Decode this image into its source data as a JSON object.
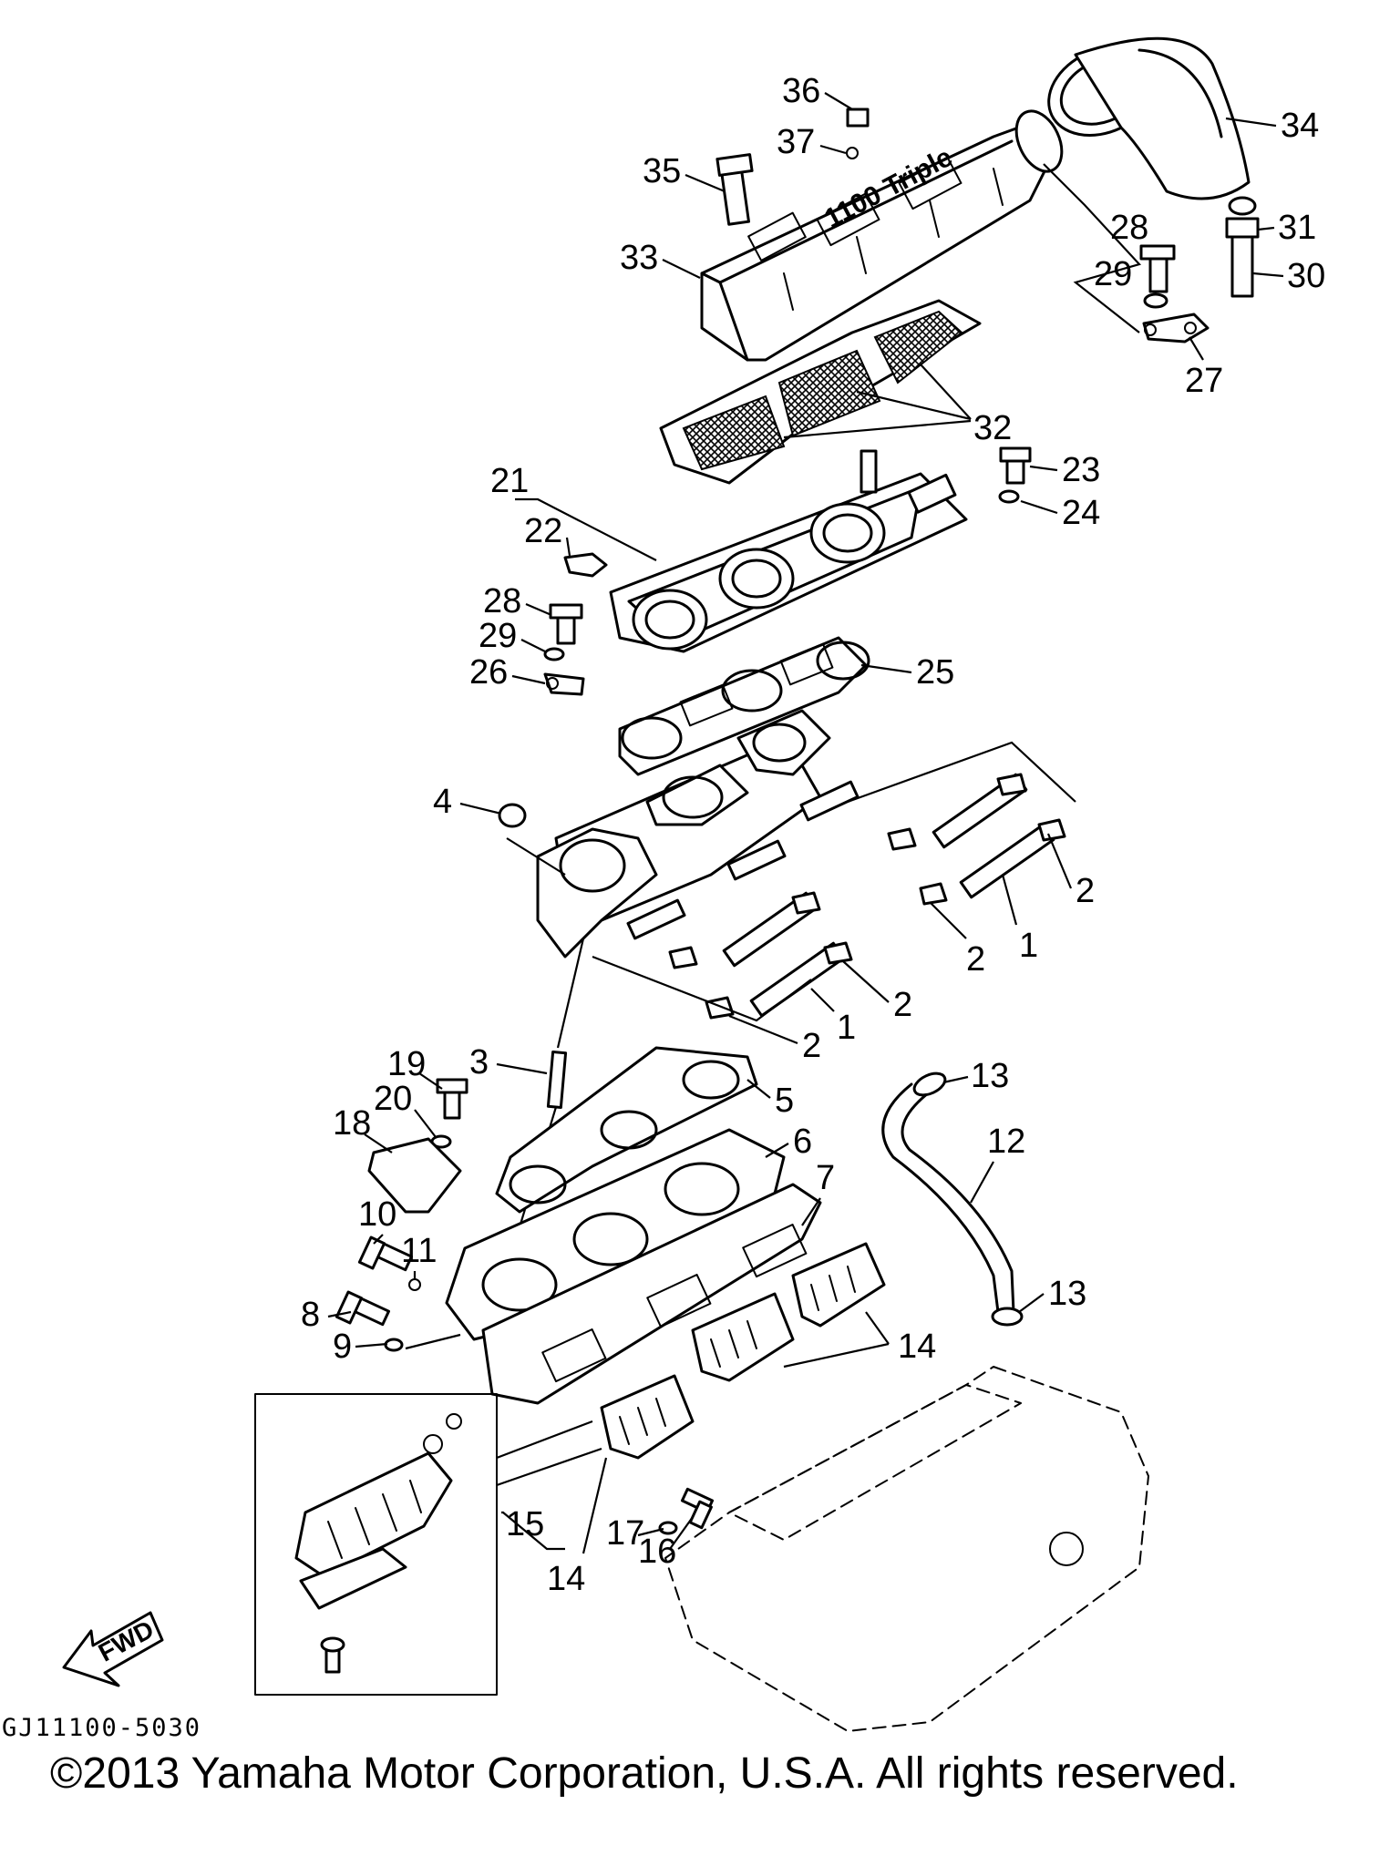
{
  "diagram": {
    "part_labels": [
      "36",
      "37",
      "35",
      "34",
      "33",
      "28",
      "31",
      "29",
      "30",
      "27",
      "32",
      "21",
      "23",
      "22",
      "24",
      "28",
      "29",
      "26",
      "25",
      "4",
      "2",
      "1",
      "2",
      "2",
      "1",
      "2",
      "3",
      "13",
      "19",
      "5",
      "20",
      "18",
      "6",
      "12",
      "7",
      "10",
      "11",
      "13",
      "8",
      "9",
      "14",
      "15",
      "17",
      "16",
      "14"
    ],
    "cover_marking": "1100 Triple",
    "direction_label": "FWD",
    "drawing_code": "GJ11100-5030",
    "copyright": "©2013 Yamaha Motor Corporation, U.S.A. All rights reserved."
  }
}
